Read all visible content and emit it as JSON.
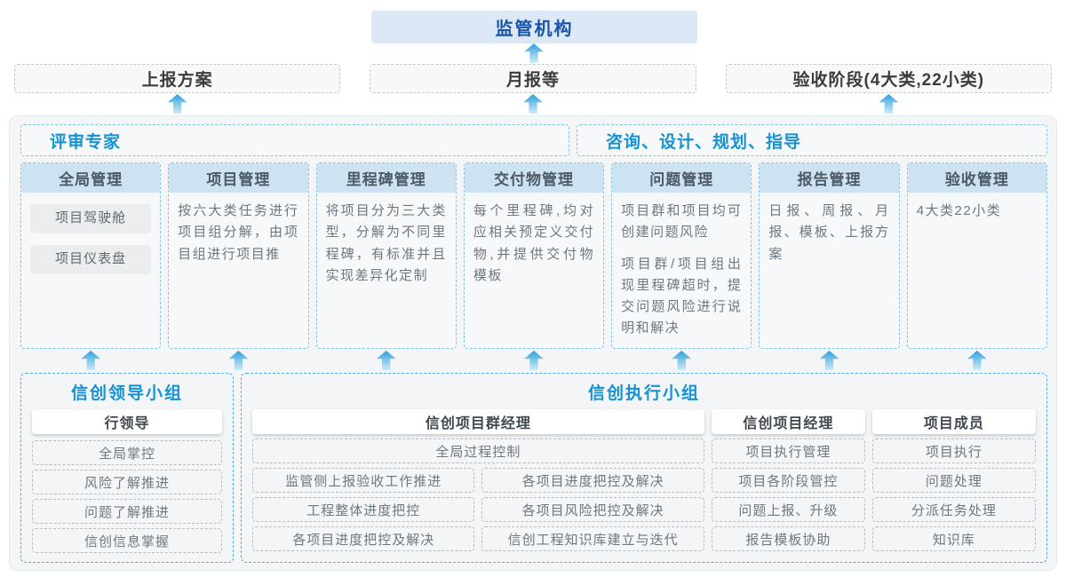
{
  "colors": {
    "accent_blue": "#1592d2",
    "regulator_text": "#1a55a5",
    "regulator_bg": "#dce8f5",
    "column_header_bg": "#cde3f2",
    "dashed_blue_border": "#7fc4e4",
    "arrow_gradient_top": "#2d9ed8",
    "arrow_gradient_bottom": "#cfeaf8",
    "container_bg": "#f3f5f6"
  },
  "top": {
    "regulator_label": "监管机构"
  },
  "flow_row": {
    "box1": "上报方案",
    "box2": "月报等",
    "box3": "验收阶段(4大类,22小类)"
  },
  "main": {
    "experts_label": "评审专家",
    "consult_label": "咨询、设计、规划、指导",
    "columns": [
      {
        "title": "全局管理",
        "box1": "项目驾驶舱",
        "box2": "项目仪表盘"
      },
      {
        "title": "项目管理",
        "p1": "按六大类任务进行项目组分解，由项目组进行项目推"
      },
      {
        "title": "里程碑管理",
        "p1": "将项目分为三大类型，分解为不同里程碑，有标准并且实现差异化定制"
      },
      {
        "title": "交付物管理",
        "p1": "每个里程碑,均对应相关预定义交付物,并提供交付物模板"
      },
      {
        "title": "问题管理",
        "p1": "项目群和项目均可创建问题风险",
        "p2": "项目群/项目组出现里程碑超时，提交问题风险进行说明和解决"
      },
      {
        "title": "报告管理",
        "p1": "日报、周报、月报、模板、上报方案"
      },
      {
        "title": "验收管理",
        "p1": "4大类22小类"
      }
    ]
  },
  "bottom": {
    "lead_group": {
      "title": "信创领导小组",
      "role": "行领导",
      "items": [
        "全局掌控",
        "风险了解推进",
        "问题了解推进",
        "信创信息掌握"
      ]
    },
    "exec_group": {
      "title": "信创执行小组",
      "pgm_manager": {
        "name": "信创项目群经理",
        "full_item": "全局过程控制",
        "left_items": [
          "监管侧上报验收工作推进",
          "工程整体进度把控",
          "各项目进度把控及解决"
        ],
        "right_items": [
          "各项目进度把控及解决",
          "各项目风险把控及解决",
          "信创工程知识库建立与迭代"
        ]
      },
      "project_manager": {
        "name": "信创项目经理",
        "items": [
          "项目执行管理",
          "项目各阶段管控",
          "问题上报、升级",
          "报告模板协助"
        ]
      },
      "member": {
        "name": "项目成员",
        "items": [
          "项目执行",
          "问题处理",
          "分派任务处理",
          "知识库"
        ]
      }
    }
  }
}
